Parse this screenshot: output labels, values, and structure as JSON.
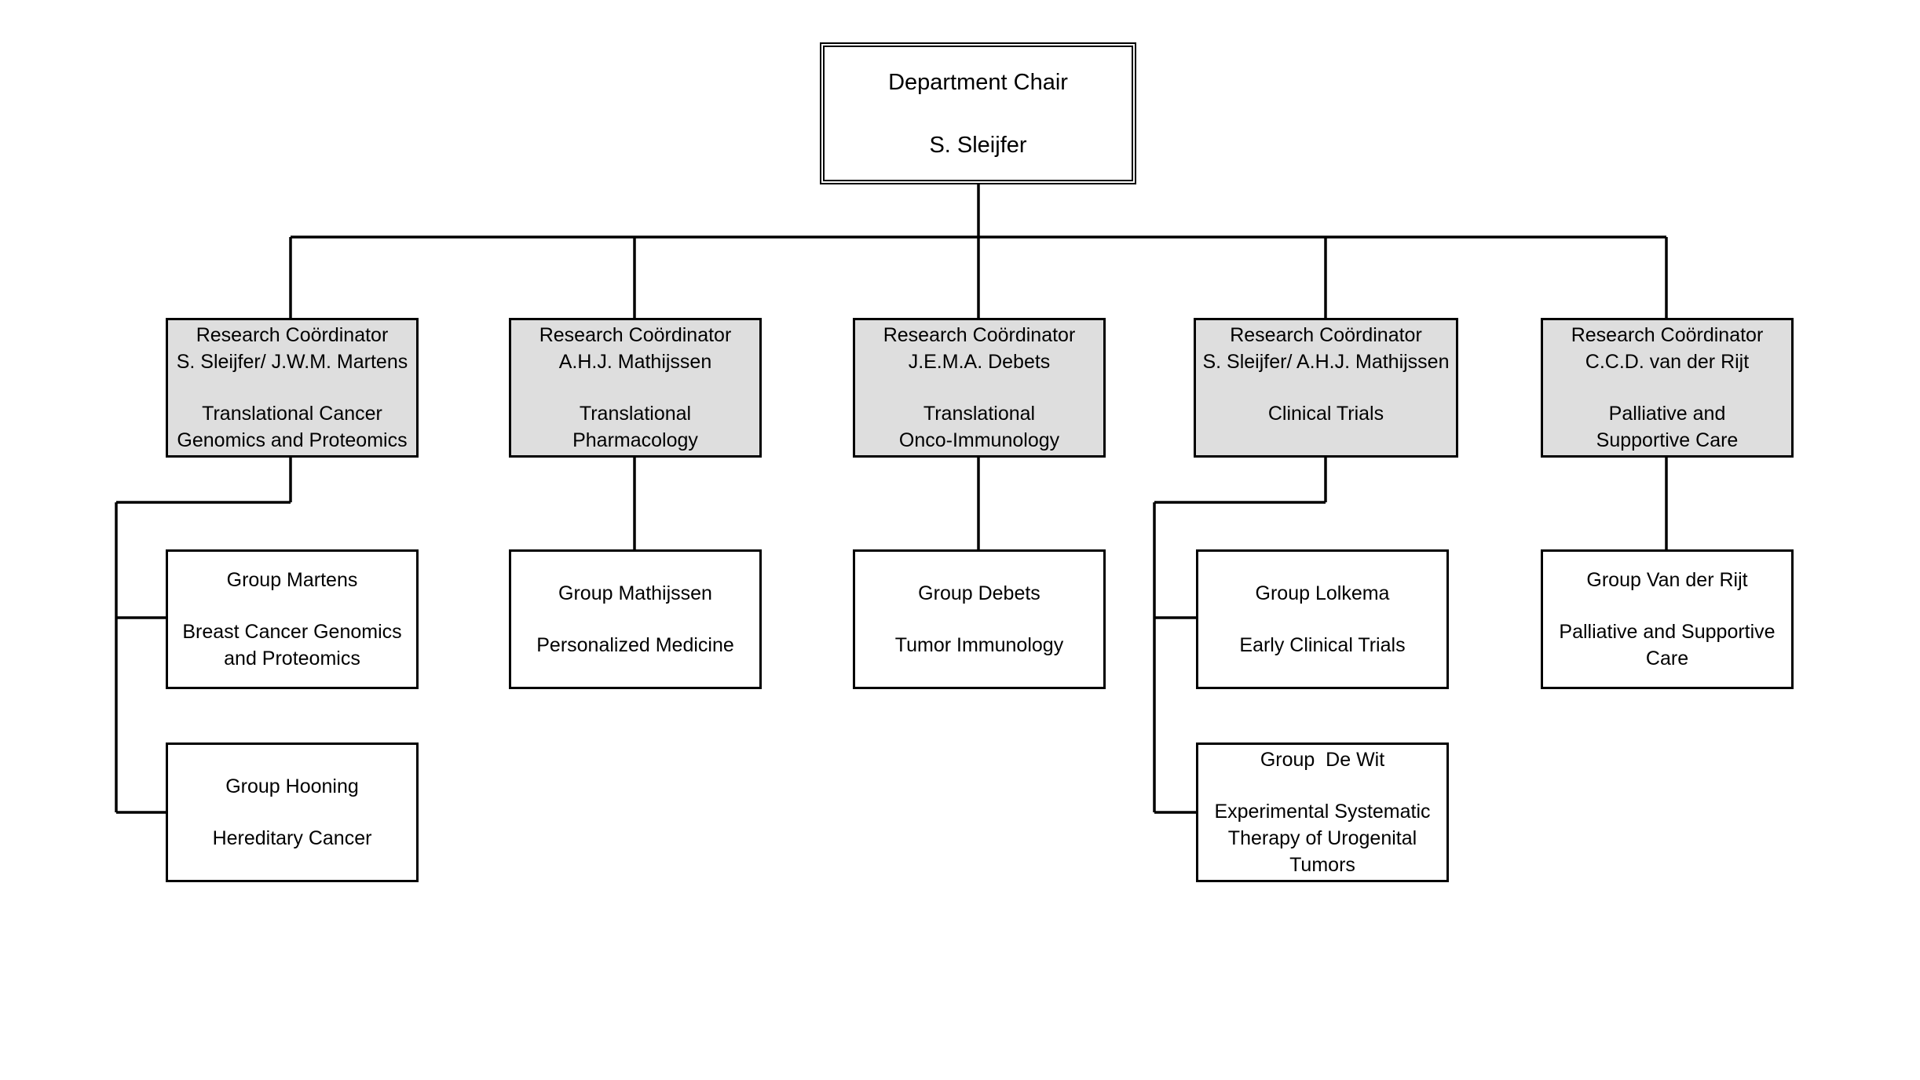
{
  "chair": {
    "title": "Department Chair",
    "name": "S. Sleijfer"
  },
  "coordinators": [
    {
      "role": "Research Coördinator",
      "names": "S. Sleijfer/ J.W.M. Martens",
      "area_line1": "Translational Cancer",
      "area_line2": "Genomics and Proteomics"
    },
    {
      "role": "Research Coördinator",
      "names": "A.H.J. Mathijssen",
      "area_line1": "Translational",
      "area_line2": "Pharmacology"
    },
    {
      "role": "Research Coördinator",
      "names": "J.E.M.A. Debets",
      "area_line1": "Translational",
      "area_line2": "Onco-Immunology"
    },
    {
      "role": "Research Coördinator",
      "names": "S. Sleijfer/ A.H.J. Mathijssen",
      "area_line1": "Clinical Trials",
      "area_line2": ""
    },
    {
      "role": "Research Coördinator",
      "names": "C.C.D. van der Rijt",
      "area_line1": "Palliative and",
      "area_line2": "Supportive Care"
    }
  ],
  "groups": [
    {
      "name": "Group Martens",
      "topic_line1": "Breast Cancer Genomics",
      "topic_line2": "and Proteomics",
      "topic_line3": ""
    },
    {
      "name": "Group Hooning",
      "topic_line1": "Hereditary Cancer",
      "topic_line2": "",
      "topic_line3": ""
    },
    {
      "name": "Group Mathijssen",
      "topic_line1": "Personalized Medicine",
      "topic_line2": "",
      "topic_line3": ""
    },
    {
      "name": "Group Debets",
      "topic_line1": "Tumor Immunology",
      "topic_line2": "",
      "topic_line3": ""
    },
    {
      "name": "Group Lolkema",
      "topic_line1": "Early Clinical Trials",
      "topic_line2": "",
      "topic_line3": ""
    },
    {
      "name": "Group  De Wit",
      "topic_line1": "Experimental Systematic",
      "topic_line2": "Therapy of Urogenital",
      "topic_line3": "Tumors"
    },
    {
      "name": "Group Van der Rijt",
      "topic_line1": "Palliative and Supportive",
      "topic_line2": "Care",
      "topic_line3": ""
    }
  ]
}
